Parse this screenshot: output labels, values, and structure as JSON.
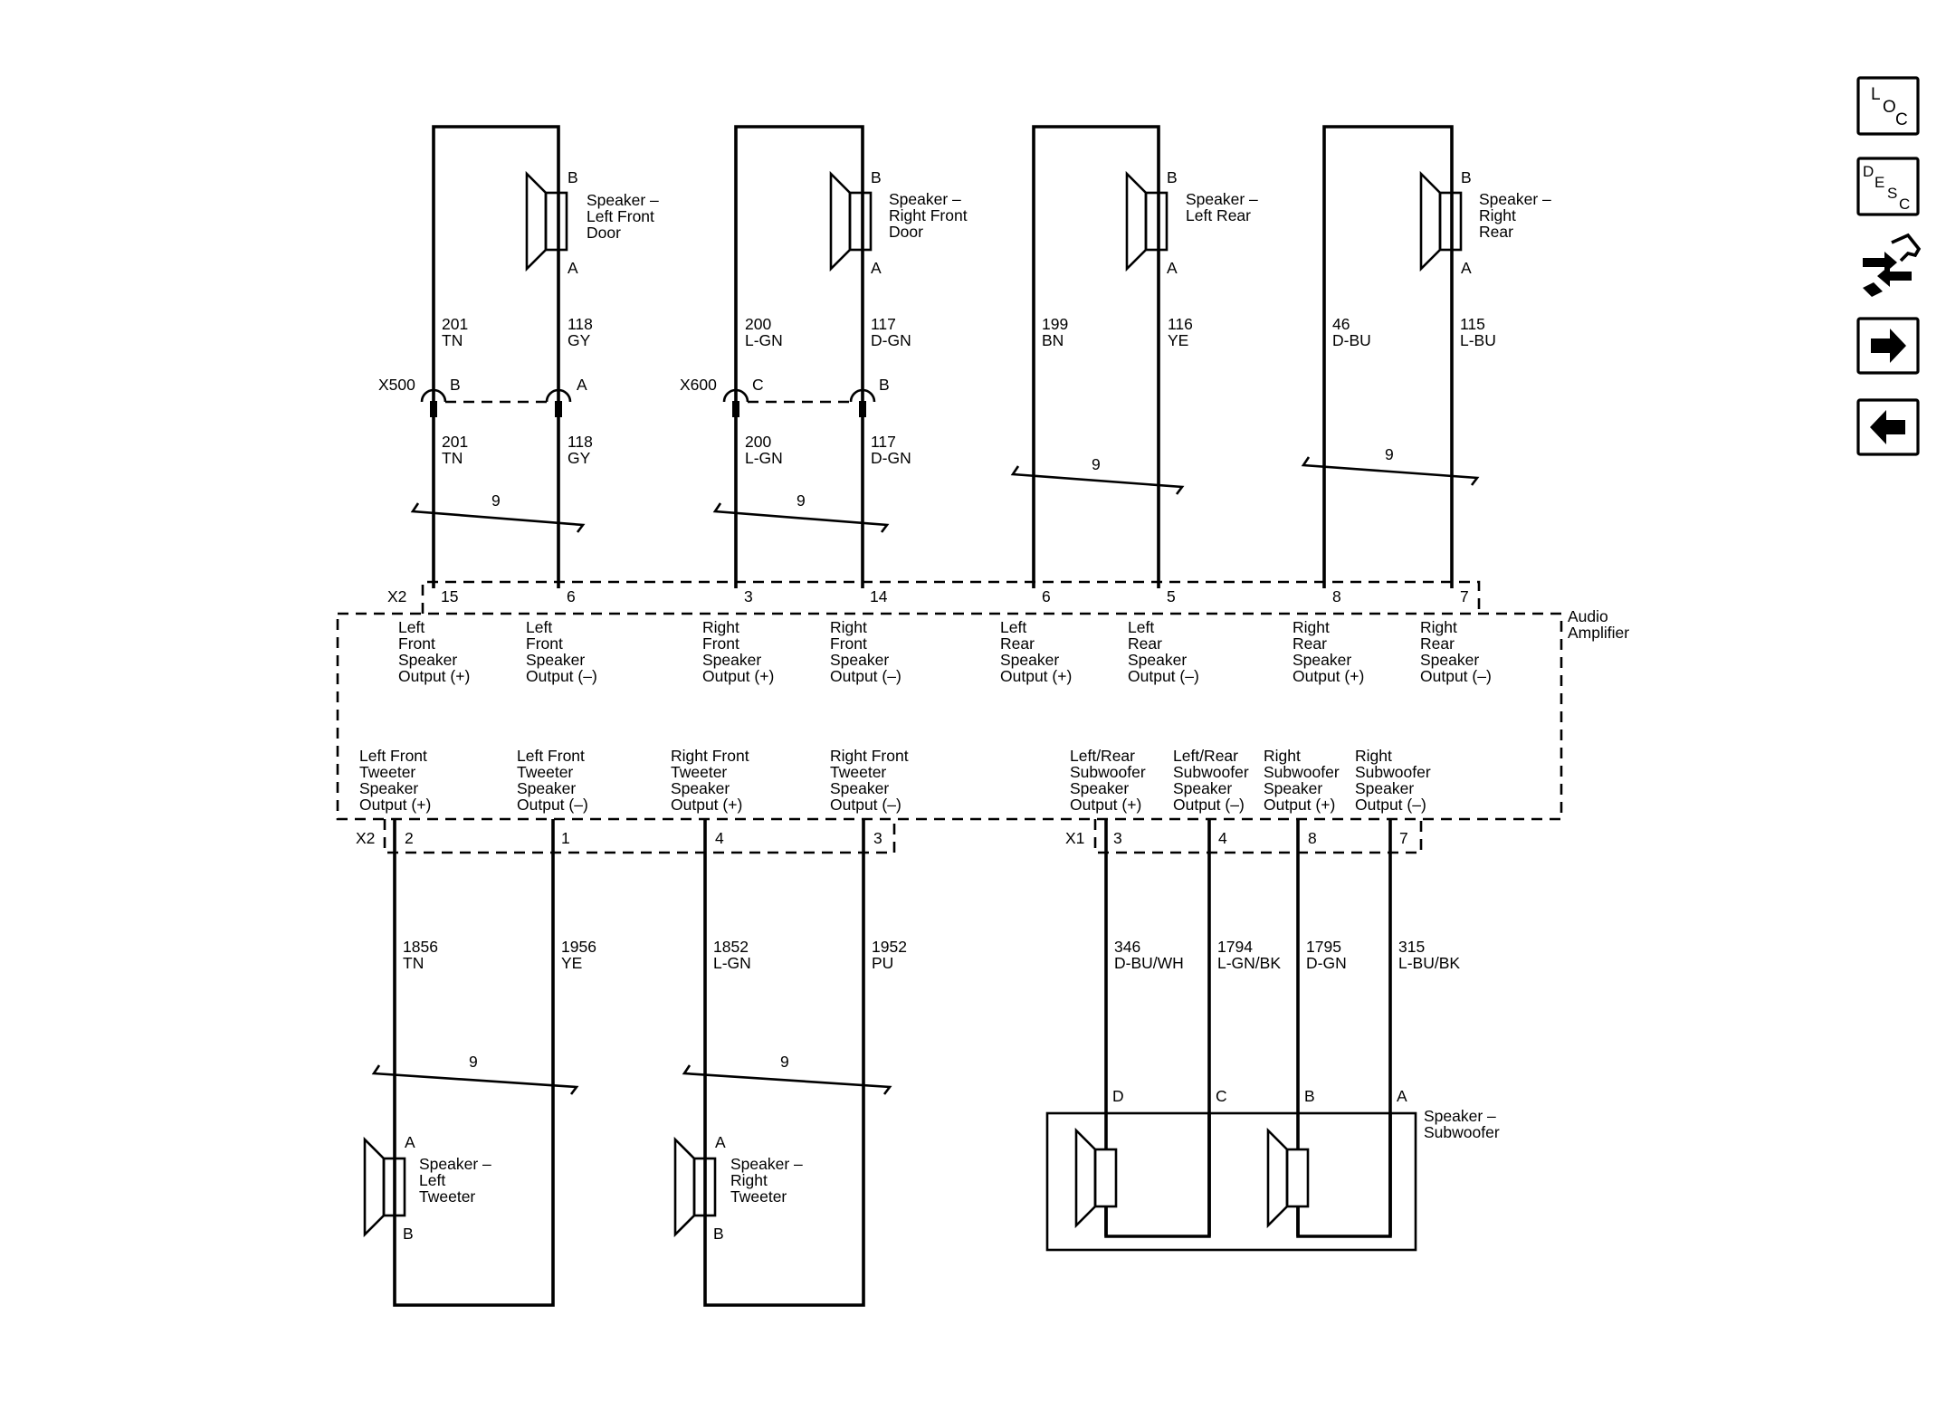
{
  "colors": {
    "line": "#000000",
    "background": "#ffffff"
  },
  "nav": {
    "loc": {
      "l1": "L",
      "l2": "O",
      "l3": "C"
    },
    "desc": {
      "l1": "D",
      "l2": "E",
      "l3": "S",
      "l4": "C"
    },
    "icons": [
      "connector-end-view-icon",
      "next-page-arrow-icon",
      "previous-page-arrow-icon"
    ]
  },
  "speakers": {
    "left_front_door": {
      "name": [
        "Speaker –",
        "Left Front",
        "Door"
      ],
      "pin_top": "B",
      "pin_bottom": "A"
    },
    "right_front_door": {
      "name": [
        "Speaker –",
        "Right Front",
        "Door"
      ],
      "pin_top": "B",
      "pin_bottom": "A"
    },
    "left_rear": {
      "name": [
        "Speaker –",
        "Left Rear"
      ],
      "pin_top": "B",
      "pin_bottom": "A"
    },
    "right_rear": {
      "name": [
        "Speaker –",
        "Right",
        "Rear"
      ],
      "pin_top": "B",
      "pin_bottom": "A"
    },
    "left_tweeter": {
      "name": [
        "Speaker –",
        "Left",
        "Tweeter"
      ],
      "pin_top": "A",
      "pin_bottom": "B"
    },
    "right_tweeter": {
      "name": [
        "Speaker –",
        "Right",
        "Tweeter"
      ],
      "pin_top": "A",
      "pin_bottom": "B"
    },
    "subwoofer": {
      "name": [
        "Speaker –",
        "Subwoofer"
      ],
      "pins": [
        "D",
        "C",
        "B",
        "A"
      ]
    }
  },
  "wires_top": [
    {
      "circuit": "201",
      "color": "TN"
    },
    {
      "circuit": "118",
      "color": "GY"
    },
    {
      "circuit": "200",
      "color": "L-GN"
    },
    {
      "circuit": "117",
      "color": "D-GN"
    },
    {
      "circuit": "199",
      "color": "BN"
    },
    {
      "circuit": "116",
      "color": "YE"
    },
    {
      "circuit": "46",
      "color": "D-BU"
    },
    {
      "circuit": "115",
      "color": "L-BU"
    }
  ],
  "wires_mid": [
    {
      "circuit": "201",
      "color": "TN"
    },
    {
      "circuit": "118",
      "color": "GY"
    },
    {
      "circuit": "200",
      "color": "L-GN"
    },
    {
      "circuit": "117",
      "color": "D-GN"
    }
  ],
  "wires_bottom": [
    {
      "circuit": "1856",
      "color": "TN"
    },
    {
      "circuit": "1956",
      "color": "YE"
    },
    {
      "circuit": "1852",
      "color": "L-GN"
    },
    {
      "circuit": "1952",
      "color": "PU"
    },
    {
      "circuit": "346",
      "color": "D-BU/WH"
    },
    {
      "circuit": "1794",
      "color": "L-GN/BK"
    },
    {
      "circuit": "1795",
      "color": "D-GN"
    },
    {
      "circuit": "315",
      "color": "L-BU/BK"
    }
  ],
  "inline_connectors": [
    {
      "name": "X500",
      "pin_left": "B",
      "pin_right": "A"
    },
    {
      "name": "X600",
      "pin_left": "C",
      "pin_right": "B"
    }
  ],
  "twist_label": "9",
  "amplifier": {
    "name": [
      "Audio",
      "Amplifier"
    ],
    "x2_top": {
      "name": "X2",
      "pins": [
        "15",
        "6",
        "3",
        "14",
        "6",
        "5",
        "8",
        "7"
      ]
    },
    "x2_bottom": {
      "name": "X2",
      "pins": [
        "2",
        "1",
        "4",
        "3"
      ]
    },
    "x1_bottom": {
      "name": "X1",
      "pins": [
        "3",
        "4",
        "8",
        "7"
      ]
    },
    "outputs_top": [
      [
        "Left",
        "Front",
        "Speaker",
        "Output (+)"
      ],
      [
        "Left",
        "Front",
        "Speaker",
        "Output (–)"
      ],
      [
        "Right",
        "Front",
        "Speaker",
        "Output (+)"
      ],
      [
        "Right",
        "Front",
        "Speaker",
        "Output (–)"
      ],
      [
        "Left",
        "Rear",
        "Speaker",
        "Output (+)"
      ],
      [
        "Left",
        "Rear",
        "Speaker",
        "Output (–)"
      ],
      [
        "Right",
        "Rear",
        "Speaker",
        "Output (+)"
      ],
      [
        "Right",
        "Rear",
        "Speaker",
        "Output (–)"
      ]
    ],
    "outputs_bottom": [
      [
        "Left Front",
        "Tweeter",
        "Speaker",
        "Output (+)"
      ],
      [
        "Left Front",
        "Tweeter",
        "Speaker",
        "Output (–)"
      ],
      [
        "Right Front",
        "Tweeter",
        "Speaker",
        "Output (+)"
      ],
      [
        "Right Front",
        "Tweeter",
        "Speaker",
        "Output (–)"
      ],
      [
        "Left/Rear",
        "Subwoofer",
        "Speaker",
        "Output (+)"
      ],
      [
        "Left/Rear",
        "Subwoofer",
        "Speaker",
        "Output (–)"
      ],
      [
        "Right",
        "Subwoofer",
        "Speaker",
        "Output (+)"
      ],
      [
        "Right",
        "Subwoofer",
        "Speaker",
        "Output (–)"
      ]
    ]
  }
}
